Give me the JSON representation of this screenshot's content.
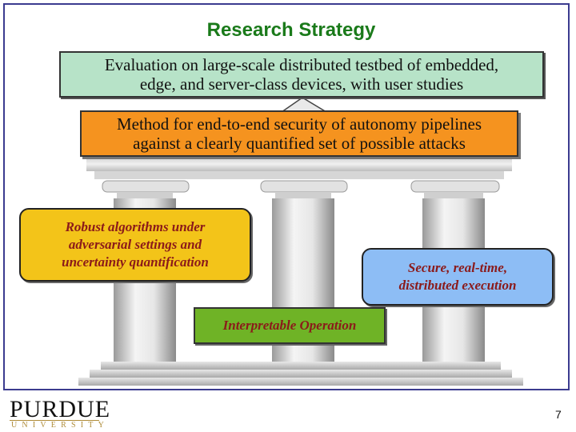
{
  "slide": {
    "title": "Research Strategy",
    "page_number": "7"
  },
  "evaluation_box": {
    "line1": "Evaluation on large-scale distributed testbed of embedded,",
    "line2": "edge, and server-class devices, with user studies"
  },
  "method_box": {
    "line1": "Method for end-to-end security of autonomy pipelines",
    "line2": "against a clearly quantified set of possible attacks"
  },
  "pillars": {
    "robust": {
      "line1": "Robust algorithms under",
      "line2": "adversarial settings and",
      "line3": "uncertainty quantification"
    },
    "secure": {
      "line1": "Secure, real-time,",
      "line2": "distributed execution"
    },
    "interpretable": {
      "label": "Interpretable Operation"
    }
  },
  "logo": {
    "name": "PURDUE",
    "subtitle": "UNIVERSITY"
  },
  "colors": {
    "title": "#1a7a1a",
    "evaluation_fill": "#b7e3c8",
    "method_fill": "#f5931f",
    "robust_fill": "#f3c419",
    "secure_fill": "#8dbdf5",
    "interpretable_fill": "#6fb326",
    "pillar_text": "#8b1a1a"
  }
}
